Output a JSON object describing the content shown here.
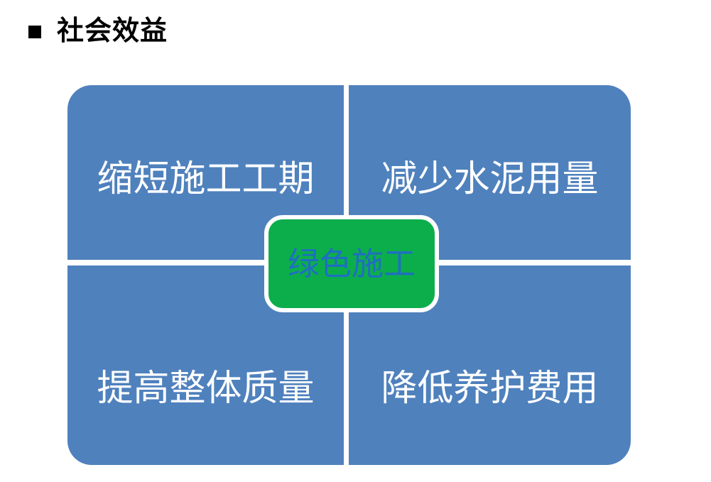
{
  "slide": {
    "background_color": "#FFFFFF",
    "title": {
      "bullet_icon": "black-square-bullet",
      "text": "社会效益",
      "color": "#000000"
    }
  },
  "diagram": {
    "type": "matrix-with-center-callout",
    "panel_color": "#4F81BD",
    "divider_color": "#FFFFFF",
    "quadrants": [
      {
        "position": "top-left",
        "label": "缩短施工工期",
        "text_color": "#FFFFFF"
      },
      {
        "position": "top-right",
        "label": "减少水泥用量",
        "text_color": "#FFFFFF"
      },
      {
        "position": "bottom-left",
        "label": "提高整体质量",
        "text_color": "#FFFFFF"
      },
      {
        "position": "bottom-right",
        "label": "降低养护费用",
        "text_color": "#FFFFFF"
      }
    ],
    "center": {
      "label": "绿色施工",
      "fill_color": "#0CAE4C",
      "border_color": "#FFFFFF",
      "text_color": "#1F6FC0"
    }
  }
}
